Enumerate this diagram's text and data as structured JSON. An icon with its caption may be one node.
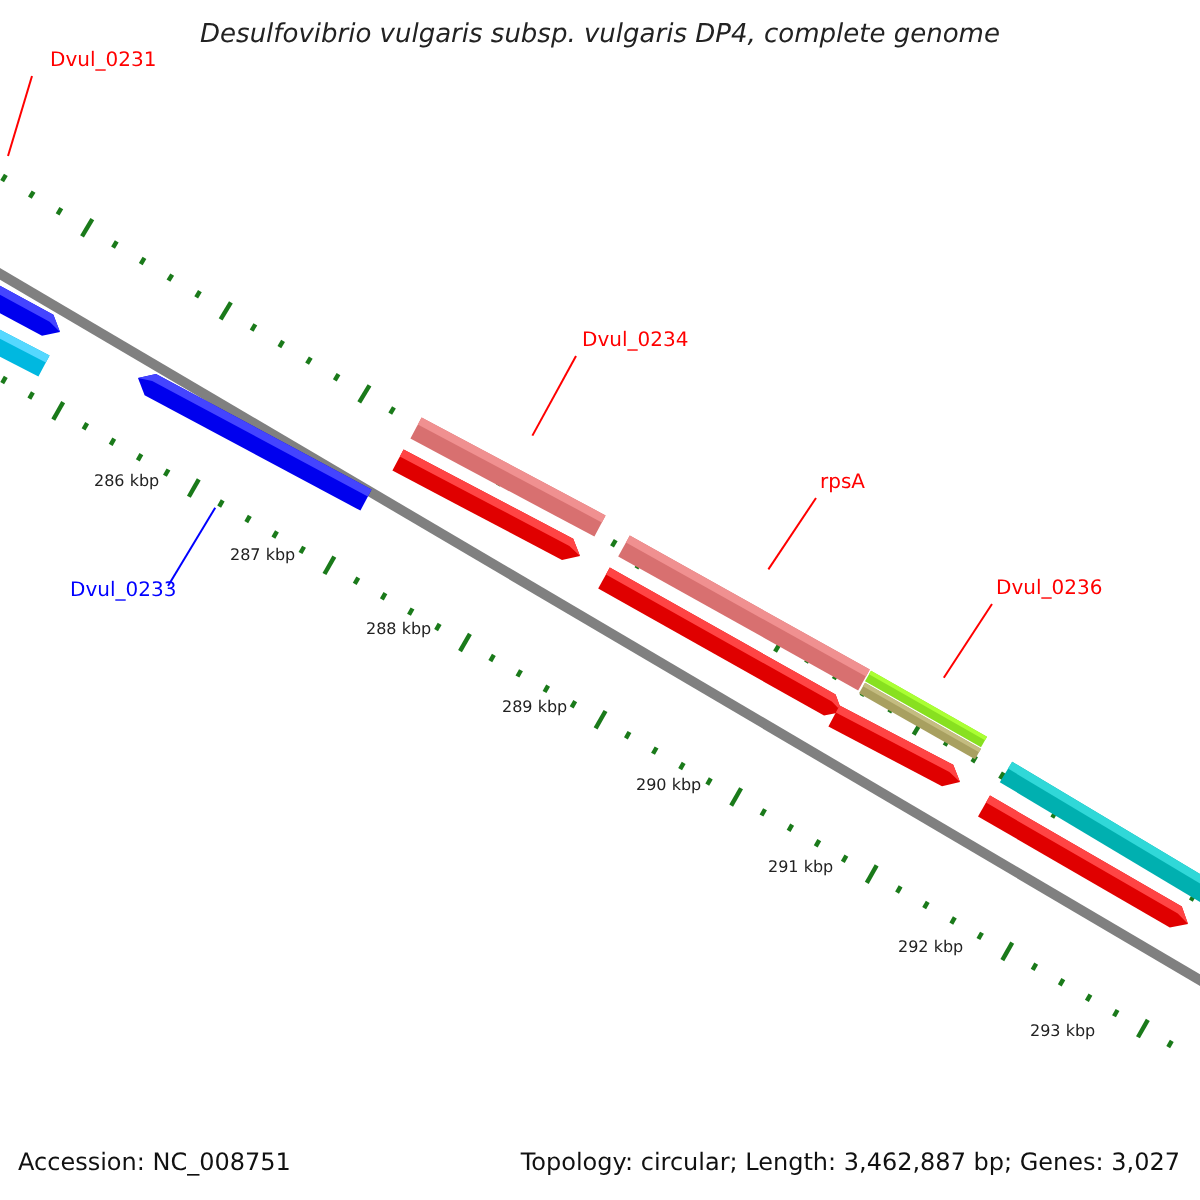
{
  "diagram": {
    "title": "Desulfovibrio vulgaris subsp. vulgaris DP4, complete genome",
    "nodes": [
      {
        "text": [
          "Dvul_0231"
        ]
      },
      {
        "text": [
          "Dvul_0234"
        ]
      },
      {
        "text": [
          "rpsA"
        ]
      },
      {
        "text": [
          "Dvul_0236"
        ]
      },
      {
        "text": [
          "Dvul_0233"
        ]
      },
      {
        "text": [],
        "shape": "bar"
      },
      {
        "text": [],
        "shape": "bar"
      },
      {
        "text": [],
        "shape": "bar"
      },
      {
        "text": [],
        "shape": "bar"
      },
      {
        "text": [],
        "shape": "bar"
      },
      {
        "text": [],
        "shape": "bar"
      },
      {
        "text": [],
        "shape": "bar"
      },
      {
        "text": [],
        "shape": "bar"
      },
      {
        "text": [],
        "shape": "bar"
      },
      {
        "text": [],
        "shape": "bar"
      },
      {
        "text": [],
        "shape": "bar"
      },
      {
        "text": [],
        "shape": "bar"
      }
    ],
    "edges": [
      {
        "from": 0,
        "to": null,
        "arrow": "none"
      },
      {
        "from": 1,
        "to": 8,
        "arrow": "none"
      },
      {
        "from": 2,
        "to": 10,
        "arrow": "none"
      },
      {
        "from": 3,
        "to": 12,
        "arrow": "none"
      },
      {
        "from": 4,
        "to": 7,
        "arrow": "none",
        "color": "#0000ff"
      }
    ],
    "labels": [
      "286 kbp",
      "287 kbp",
      "288 kbp",
      "289 kbp",
      "290 kbp",
      "291 kbp",
      "292 kbp",
      "293 kbp",
      "Accession: NC_008751",
      "Topology: circular; Length: 3,462,887 bp; Genes: 3,027"
    ]
  }
}
